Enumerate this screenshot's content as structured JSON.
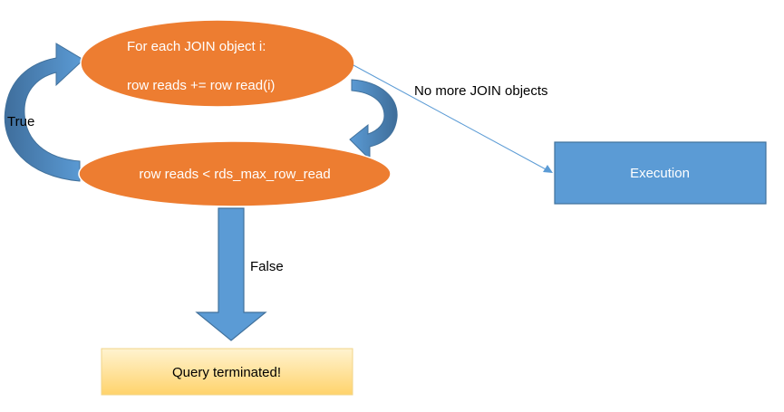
{
  "nodes": {
    "loop_ellipse": {
      "line1": "For each JOIN object i:",
      "line2": "row reads += row read(i)"
    },
    "check_ellipse": {
      "label": "row reads < rds_max_row_read"
    },
    "execution_box": {
      "label": "Execution"
    },
    "terminated_box": {
      "label": "Query terminated!"
    }
  },
  "edges": {
    "true_label": "True",
    "false_label": "False",
    "no_more_label": "No more JOIN objects"
  },
  "colors": {
    "ellipse_fill": "#ED7D31",
    "ellipse_stroke": "#ffffff",
    "blue_fill": "#5B9BD5",
    "blue_dark": "#41719C",
    "curved_arrow_dark": "#3E6D99",
    "box_stroke": "#41719C",
    "terminated_top": "#FFF2CC",
    "terminated_bottom": "#FFD966",
    "terminated_stroke": "#F4D68E",
    "connector_line": "#5B9BD5"
  }
}
